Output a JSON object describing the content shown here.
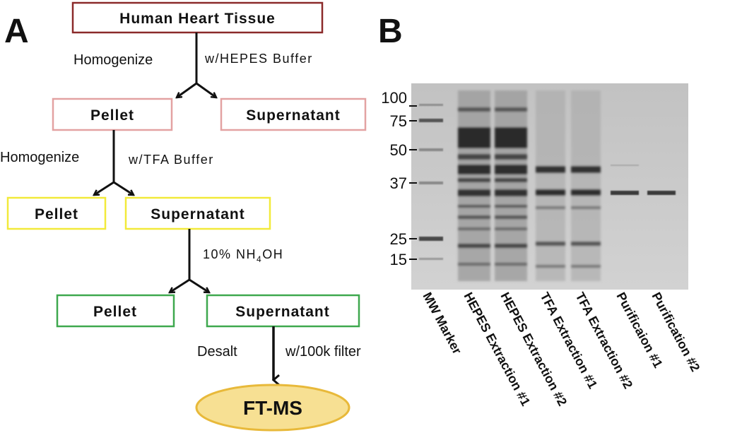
{
  "panel_a": {
    "letter": "A",
    "top_box": "Human Heart Tissue",
    "step1": {
      "left": "Homogenize",
      "right": "w/HEPES Buffer"
    },
    "level1": {
      "pellet": "Pellet",
      "supernatant": "Supernatant"
    },
    "step2": {
      "left": "Homogenize",
      "right": "w/TFA Buffer"
    },
    "level2": {
      "pellet": "Pellet",
      "supernatant": "Supernatant"
    },
    "step3": {
      "prefix": "10% NH",
      "subscript": "4",
      "suffix": "OH"
    },
    "level3": {
      "pellet": "Pellet",
      "supernatant": "Supernatant"
    },
    "step4": {
      "left": "Desalt",
      "right": "w/100k filter"
    },
    "final": "FT-MS",
    "colors": {
      "top": "#8b2a2a",
      "level1": "#e3a2a2",
      "level2": "#f2ea3a",
      "level3": "#3ea84e",
      "final_fill": "#f7e093",
      "final_stroke": "#e8b93a",
      "arrow": "#111111"
    }
  },
  "panel_b": {
    "letter": "B",
    "mw_markers": [
      "100",
      "75",
      "50",
      "37",
      "25",
      "15"
    ],
    "lanes": [
      "MW Marker",
      "HEPES Extraction #1",
      "HEPES Extraction #2",
      "TFA Extraction #1",
      "TFA Extraction #2",
      "Purificaion #1",
      "Purification #2"
    ],
    "gel_color": "#cfcfcf"
  }
}
